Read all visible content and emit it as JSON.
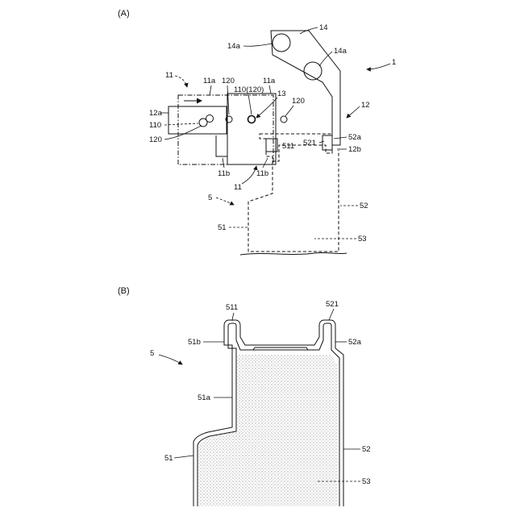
{
  "panel_a": {
    "label": "(A)",
    "labels": {
      "n14": "14",
      "n14a_left": "14a",
      "n14a_right": "14a",
      "n1": "1",
      "n11_top": "11",
      "n11a_left": "11a",
      "n120_a": "120",
      "n11a_right": "11a",
      "n110_120": "110(120)",
      "n13": "13",
      "n120_b": "120",
      "n12": "12",
      "n12a": "12a",
      "n110": "110",
      "n120_c": "120",
      "n52a": "52a",
      "n521": "521",
      "n511": "511",
      "n12b": "12b",
      "n11b_left": "11b",
      "n11b_right": "11b",
      "n11_bottom": "11",
      "n5": "5",
      "n52": "52",
      "n51": "51",
      "n53": "53"
    }
  },
  "panel_b": {
    "label": "(B)",
    "labels": {
      "n511": "511",
      "n521": "521",
      "n51b": "51b",
      "n52a": "52a",
      "n5": "5",
      "n51a": "51a",
      "n51": "51",
      "n52": "52",
      "n53": "53"
    }
  },
  "colors": {
    "line": "#111111",
    "fill_dots": "#555555",
    "background": "#ffffff"
  }
}
